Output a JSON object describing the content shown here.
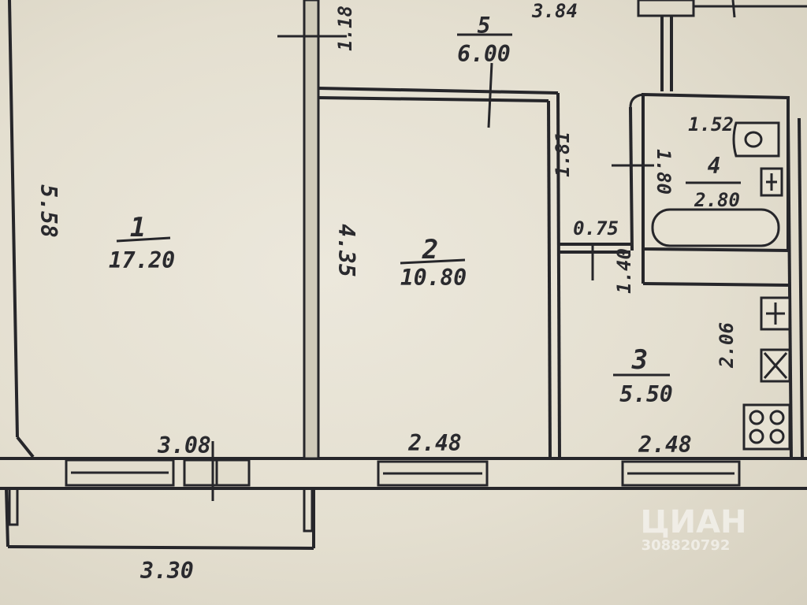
{
  "rooms": [
    {
      "number": "1",
      "area": "17.20"
    },
    {
      "number": "2",
      "area": "10.80"
    },
    {
      "number": "3",
      "area": "5.50"
    },
    {
      "number": "4",
      "area": "2.80"
    },
    {
      "number": "5",
      "area": "6.00"
    }
  ],
  "dimensions": {
    "room1_height": "5.58",
    "room1_width": "3.08",
    "room2_height": "4.35",
    "room2_width": "2.48",
    "room3_width": "2.48",
    "room3_height": "2.06",
    "balcony_width": "3.30",
    "corridor_width": "3.84",
    "corridor_offset": "1.18",
    "room2_door_offset": "1.81",
    "bath_width": "1.52",
    "bath_height": "1.80",
    "passage": "0.75",
    "bath_offset": "1.40"
  },
  "watermark": {
    "brand": "ЦИАН",
    "code": "308820792"
  }
}
